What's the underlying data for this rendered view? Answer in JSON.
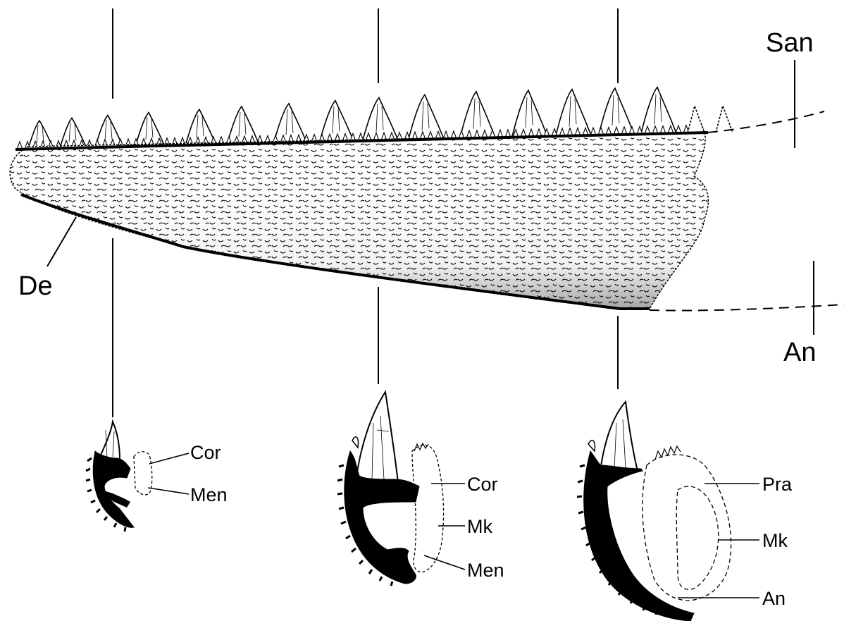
{
  "labels": {
    "san": "San",
    "de": "De",
    "an": "An",
    "section_left": {
      "cor": "Cor",
      "men": "Men"
    },
    "section_middle": {
      "cor": "Cor",
      "mk": "Mk",
      "men": "Men"
    },
    "section_right": {
      "pra": "Pra",
      "mk": "Mk",
      "an": "An"
    }
  },
  "colors": {
    "ink": "#000000",
    "paper": "#ffffff"
  }
}
